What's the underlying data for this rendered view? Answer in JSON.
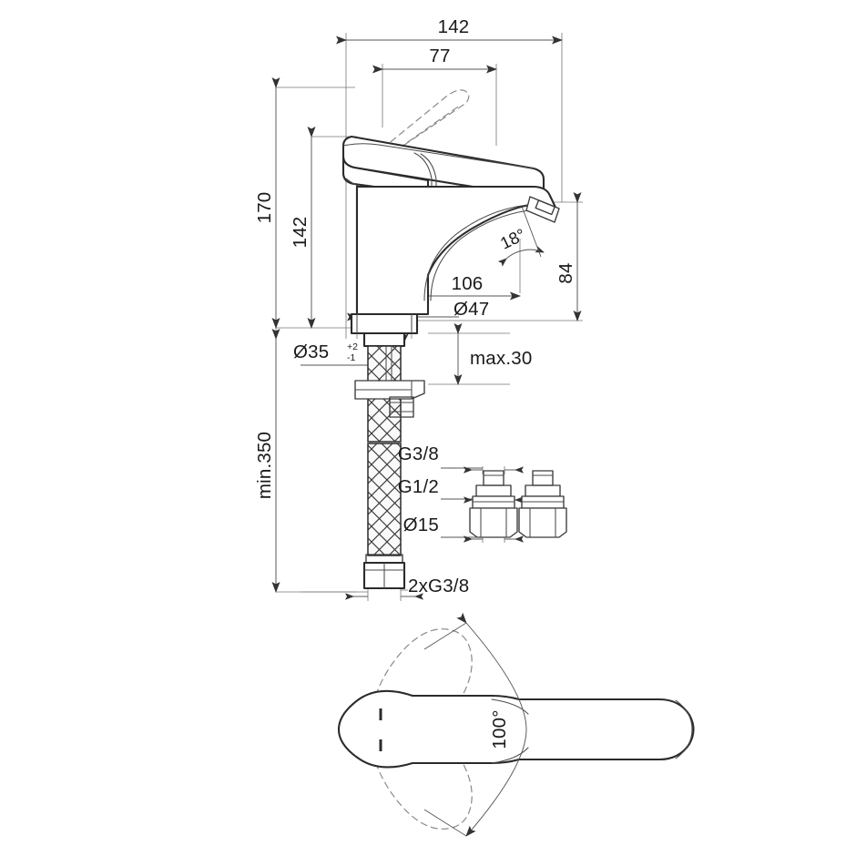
{
  "drawing": {
    "title": "Single-lever basin mixer — dimensioned technical drawing",
    "background_color": "#ffffff",
    "line_color": "#2b2b2b",
    "dimension_color": "#555555",
    "hidden_line_color": "#8a8a8a",
    "units_note": "mm"
  },
  "views": {
    "elevation": {
      "name": "side elevation with raised lever (hidden outline)"
    },
    "fittings": {
      "name": "connector fittings detail"
    },
    "plan": {
      "name": "top plan view showing lever swivel range"
    }
  },
  "dimensions": {
    "overall_width": "142",
    "lever_reach": "77",
    "overall_height": "170",
    "body_height": "142",
    "spout_reach": "106",
    "spout_height": "84",
    "spout_angle": "18°",
    "body_diameter": "Ø47",
    "hole_diameter_base": "Ø35",
    "hole_tol_plus": "+2",
    "hole_tol_minus": "-1",
    "max_thickness": "max.30",
    "hose_length": "min.350",
    "hose_thread": "2xG3/8",
    "swivel_angle": "100°"
  },
  "fittings_labels": {
    "top_thread": "G3/8",
    "mid_thread": "G1/2",
    "bore_diameter": "Ø15"
  },
  "icons": {
    "arrow": "dimension-arrow",
    "diameter_symbol": "Ø",
    "degree_symbol": "°"
  }
}
